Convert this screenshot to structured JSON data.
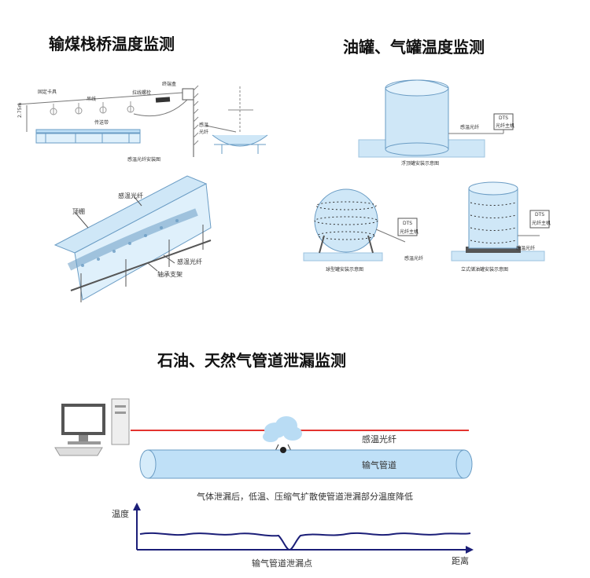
{
  "sections": {
    "conveyor": {
      "title": "输煤栈桥温度监测",
      "label_clamp": "固定卡具",
      "label_hanger": "吊线",
      "label_turnbuckle": "拉线螺栓",
      "label_terminal": "终端盒",
      "label_belt": "传送带",
      "label_fiber_a": "感温",
      "label_fiber_b": "光纤",
      "label_dim": "2.75m",
      "caption": "感温光纤安装图",
      "label_fiber_top": "感温光纤",
      "label_roof": "顶棚",
      "label_fiber_bottom": "感温光纤",
      "label_support": "轴承支架"
    },
    "tanks": {
      "title": "油罐、气罐温度监测",
      "floating_fiber": "感温光纤",
      "floating_dts_a": "DTS",
      "floating_dts_b": "光纤主机",
      "floating_caption": "浮顶罐安装示意图",
      "sphere_dts_a": "DTS",
      "sphere_dts_b": "光纤主机",
      "sphere_fiber": "感温光纤",
      "sphere_caption": "球型罐安装示意图",
      "vertical_dts_a": "DTS",
      "vertical_dts_b": "光纤主机",
      "vertical_fiber": "感温光纤",
      "vertical_caption": "立式储油罐安装示意图"
    },
    "pipeline": {
      "title": "石油、天然气管道泄漏监测",
      "fiber_label": "感温光纤",
      "pipe_label": "输气管道",
      "description": "气体泄漏后，低温、压缩气扩散使管道泄漏部分温度降低",
      "axis_y": "温度",
      "axis_x": "距离",
      "leak_point": "输气管道泄漏点"
    }
  },
  "colors": {
    "fiber_red": "#e3342f",
    "pipe_blue": "#bfe0f7",
    "tank_blue": "#cfe7f7",
    "curve_navy": "#1b1e78",
    "line_gray": "#666666"
  }
}
